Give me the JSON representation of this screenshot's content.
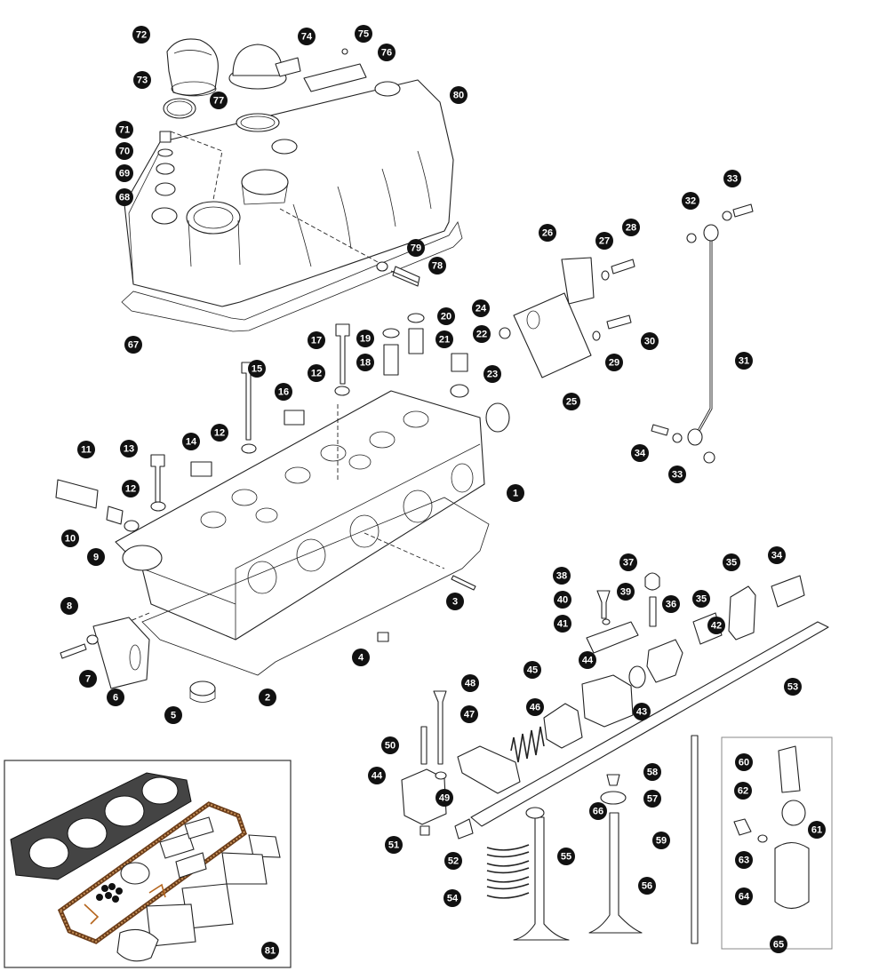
{
  "callouts": [
    {
      "n": "1"
    },
    {
      "n": "2"
    },
    {
      "n": "3"
    },
    {
      "n": "4"
    },
    {
      "n": "5"
    },
    {
      "n": "6"
    },
    {
      "n": "7"
    },
    {
      "n": "8"
    },
    {
      "n": "9"
    },
    {
      "n": "10"
    },
    {
      "n": "11"
    },
    {
      "n": "12"
    },
    {
      "n": "12"
    },
    {
      "n": "12"
    },
    {
      "n": "13"
    },
    {
      "n": "14"
    },
    {
      "n": "15"
    },
    {
      "n": "16"
    },
    {
      "n": "17"
    },
    {
      "n": "18"
    },
    {
      "n": "19"
    },
    {
      "n": "20"
    },
    {
      "n": "21"
    },
    {
      "n": "22"
    },
    {
      "n": "23"
    },
    {
      "n": "24"
    },
    {
      "n": "25"
    },
    {
      "n": "26"
    },
    {
      "n": "27"
    },
    {
      "n": "28"
    },
    {
      "n": "29"
    },
    {
      "n": "30"
    },
    {
      "n": "31"
    },
    {
      "n": "32"
    },
    {
      "n": "33"
    },
    {
      "n": "33"
    },
    {
      "n": "34"
    },
    {
      "n": "34"
    },
    {
      "n": "35"
    },
    {
      "n": "35"
    },
    {
      "n": "36"
    },
    {
      "n": "37"
    },
    {
      "n": "38"
    },
    {
      "n": "39"
    },
    {
      "n": "40"
    },
    {
      "n": "41"
    },
    {
      "n": "42"
    },
    {
      "n": "43"
    },
    {
      "n": "44"
    },
    {
      "n": "44"
    },
    {
      "n": "45"
    },
    {
      "n": "46"
    },
    {
      "n": "47"
    },
    {
      "n": "48"
    },
    {
      "n": "49"
    },
    {
      "n": "50"
    },
    {
      "n": "51"
    },
    {
      "n": "52"
    },
    {
      "n": "53"
    },
    {
      "n": "54"
    },
    {
      "n": "55"
    },
    {
      "n": "56"
    },
    {
      "n": "57"
    },
    {
      "n": "58"
    },
    {
      "n": "59"
    },
    {
      "n": "60"
    },
    {
      "n": "61"
    },
    {
      "n": "62"
    },
    {
      "n": "63"
    },
    {
      "n": "64"
    },
    {
      "n": "65"
    },
    {
      "n": "66"
    },
    {
      "n": "67"
    },
    {
      "n": "68"
    },
    {
      "n": "69"
    },
    {
      "n": "70"
    },
    {
      "n": "71"
    },
    {
      "n": "72"
    },
    {
      "n": "73"
    },
    {
      "n": "74"
    },
    {
      "n": "75"
    },
    {
      "n": "76"
    },
    {
      "n": "77"
    },
    {
      "n": "78"
    },
    {
      "n": "79"
    },
    {
      "n": "80"
    },
    {
      "n": "81"
    }
  ],
  "colors": {
    "badge": "#111111",
    "line": "#222222",
    "gasket_fill": "#444444",
    "cork": "#6b3d1a"
  }
}
